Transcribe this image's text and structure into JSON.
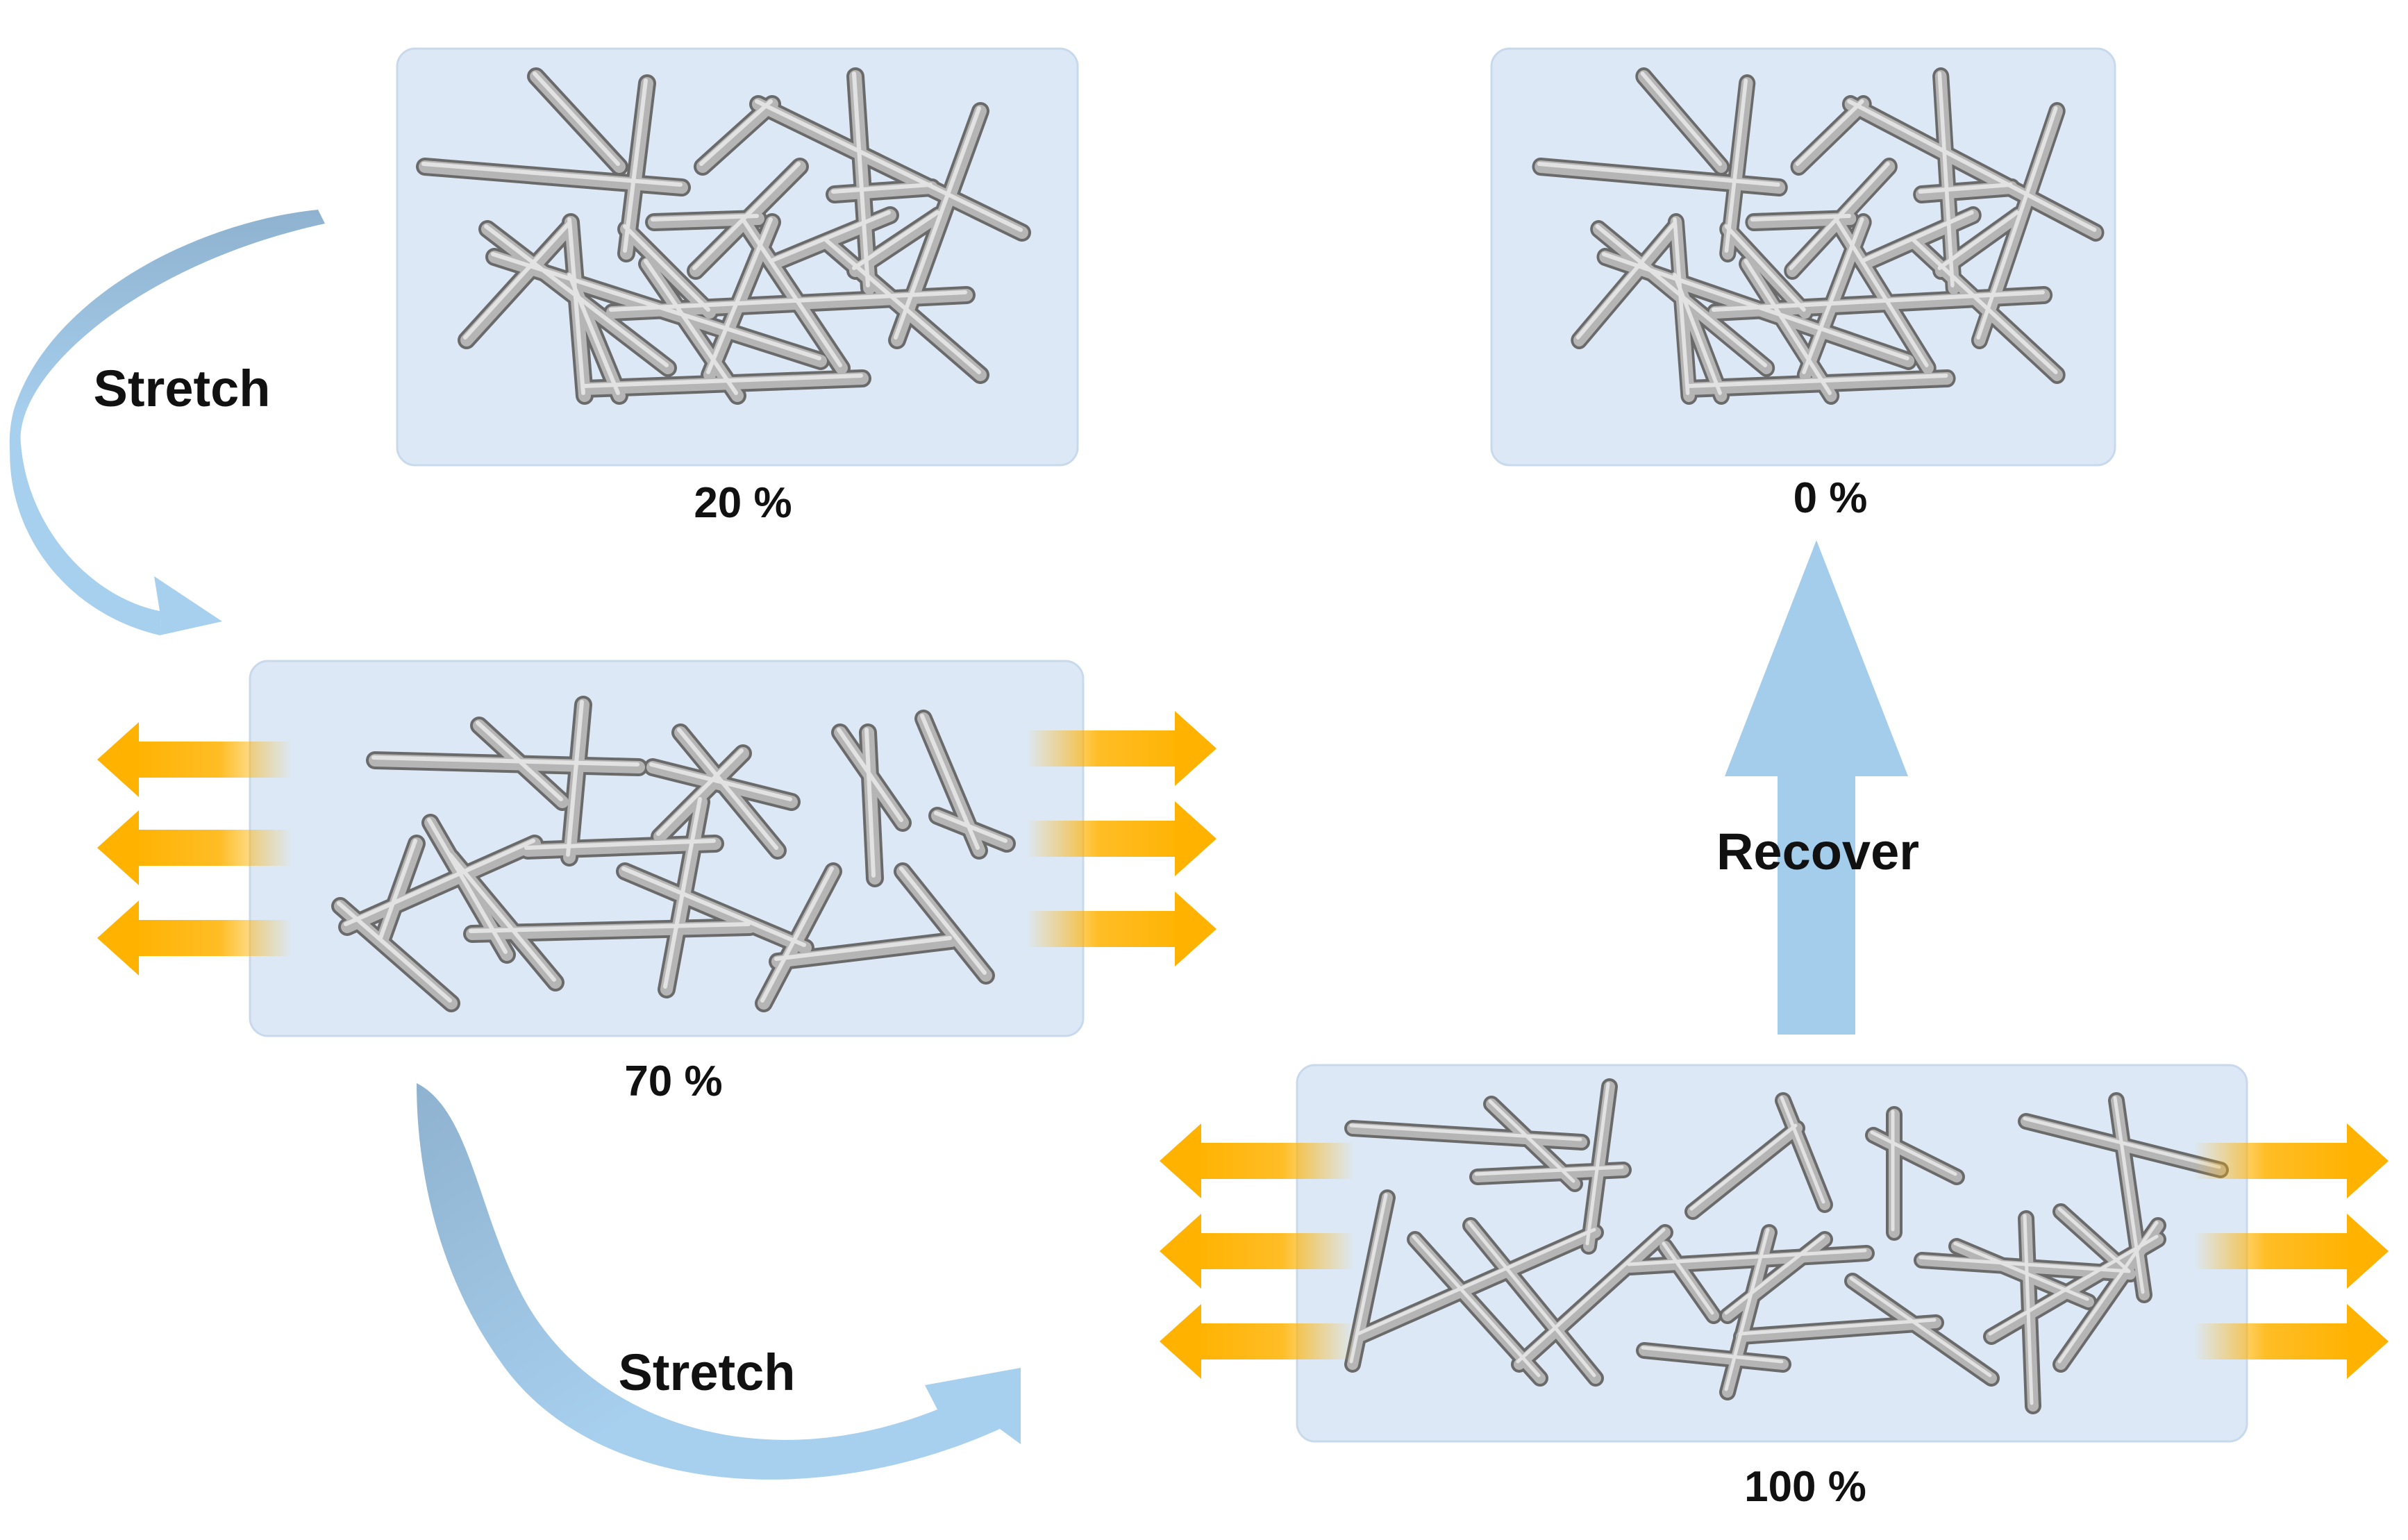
{
  "colors": {
    "panel_fill": "#dce8f5",
    "panel_stroke": "#c9d9ec",
    "rod_light": "#e4e4e4",
    "rod_mid": "#a8a8a8",
    "rod_dark": "#5c5c5c",
    "curved_arrow": "#a7cfee",
    "curved_arrow_dark": "#8eb2cf",
    "recover_arrow": "#a4cdec",
    "pull_arrow": "#ffb200",
    "text": "#111111"
  },
  "panels": [
    {
      "id": "strain-20",
      "label": "20 %"
    },
    {
      "id": "strain-0",
      "label": "0 %"
    },
    {
      "id": "strain-70",
      "label": "70 %"
    },
    {
      "id": "strain-100",
      "label": "100 %"
    }
  ],
  "arrows": {
    "stretch_1": "Stretch",
    "stretch_2": "Stretch",
    "recover": "Recover"
  },
  "icons": {
    "pull_arrow": "tension-arrow-icon",
    "curved_arrow": "curved-arrow-icon",
    "up_arrow": "up-arrow-icon"
  }
}
